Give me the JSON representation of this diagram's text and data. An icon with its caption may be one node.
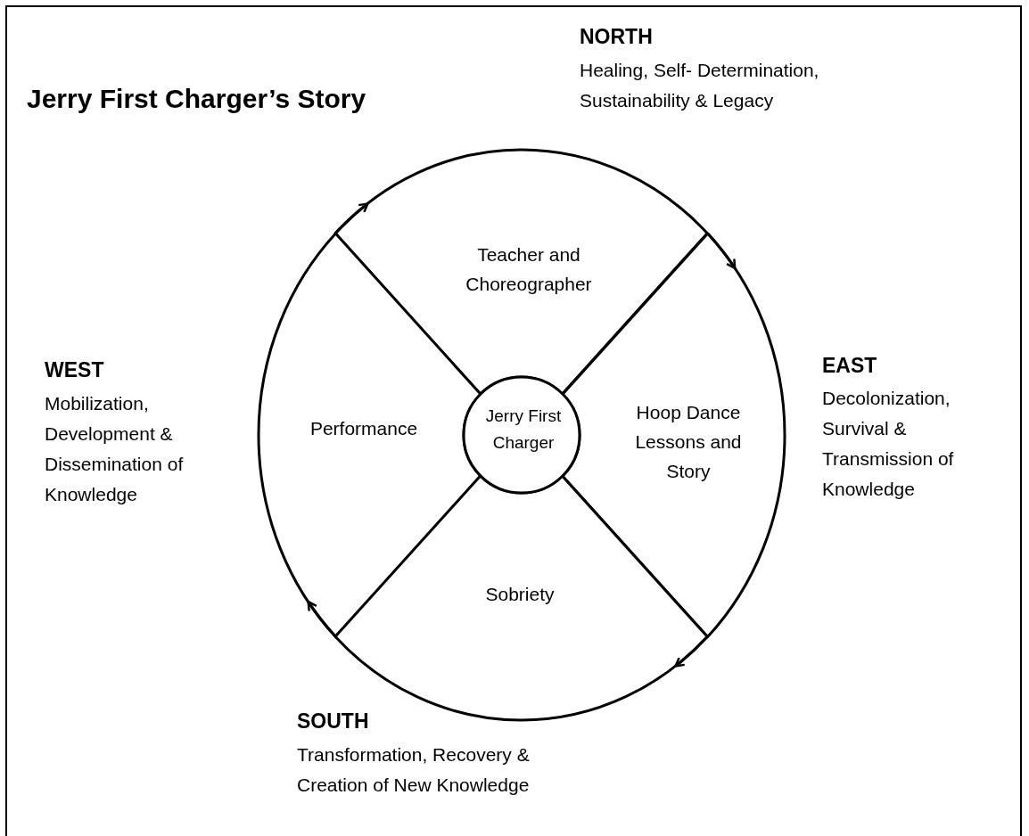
{
  "diagram": {
    "title": "Jerry First Charger’s Story",
    "nodes": [
      {
        "text": [
          "Teacher and Choreographer"
        ]
      },
      {
        "text": [
          "Performance"
        ]
      },
      {
        "text": [
          "Jerry First Charger"
        ]
      },
      {
        "text": [
          "Hoop Dance Lessons and Story"
        ]
      },
      {
        "text": [
          "Sobriety"
        ]
      }
    ],
    "edges": [
      {
        "from": 1,
        "to": 0,
        "arrow": "to"
      },
      {
        "from": 0,
        "to": 3,
        "arrow": "to"
      },
      {
        "from": 3,
        "to": 4,
        "arrow": "to"
      },
      {
        "from": 4,
        "to": 1,
        "arrow": "to"
      }
    ],
    "labels": [
      "NORTH",
      "Healing, Self- Determination, Sustainability & Legacy",
      "WEST",
      "Mobilization, Development & Dissemination of Knowledge",
      "EAST",
      "Decolonization, Survival & Transmission of Knowledge",
      "SOUTH",
      "Transformation, Recovery & Creation of New Knowledge"
    ]
  }
}
